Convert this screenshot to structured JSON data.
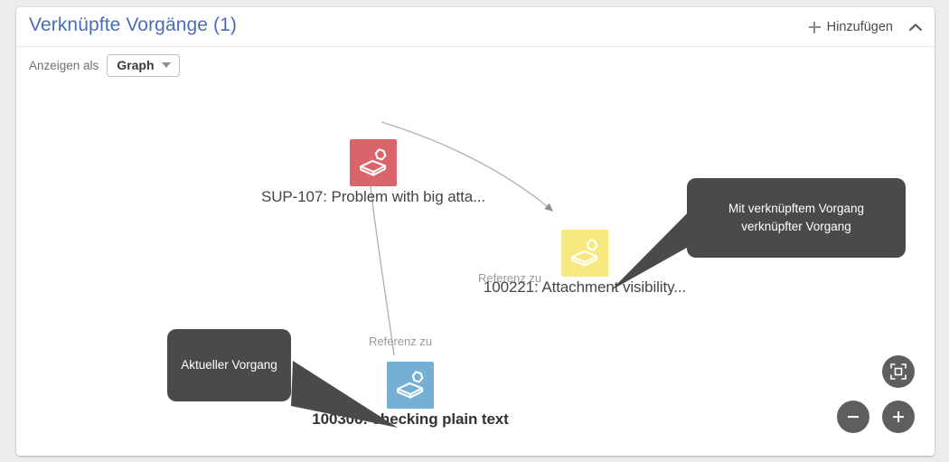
{
  "panel": {
    "title": "Verknüpfte Vorgänge (1)",
    "add_label": "Hinzufügen",
    "add_icon": "plus-icon",
    "collapse_icon": "chevron-up-icon"
  },
  "toolbar": {
    "view_as_label": "Anzeigen als",
    "view_value": "Graph",
    "caret_icon": "chevron-down-icon"
  },
  "graph": {
    "nodes": [
      {
        "id": "SUP-107",
        "label": "SUP-107: Problem with big atta...",
        "color": "#d9646a",
        "icon": "issue-box-icon",
        "current": false
      },
      {
        "id": "100221",
        "label": "100221: Attachment visibility...",
        "color": "#f7e97f",
        "icon": "issue-box-icon",
        "current": false
      },
      {
        "id": "100306",
        "label": "100306: checking plain text",
        "color": "#74b0d4",
        "icon": "issue-box-icon",
        "current": true
      }
    ],
    "edges": [
      {
        "from": "SUP-107",
        "to": "100221",
        "label": "Referenz zu"
      },
      {
        "from": "100306",
        "to": "SUP-107",
        "label": "Referenz zu"
      }
    ],
    "edge_color": "#9b9b9b"
  },
  "callouts": [
    {
      "id": "linked-to-linked",
      "text": "Mit verknüpftem Vorgang verknüpfter Vorgang",
      "line1": "Mit verknüpftem Vorgang",
      "line2": "verknüpfter Vorgang",
      "color": "#4a4a4a"
    },
    {
      "id": "current-issue",
      "text": "Aktueller Vorgang",
      "line1": "Aktueller Vorgang",
      "line2": "",
      "color": "#4a4a4a"
    }
  ],
  "controls": {
    "fit_icon": "fit-to-screen-icon",
    "zoom_out_icon": "minus-icon",
    "zoom_in_icon": "plus-icon",
    "button_color": "#5e5e5e"
  }
}
